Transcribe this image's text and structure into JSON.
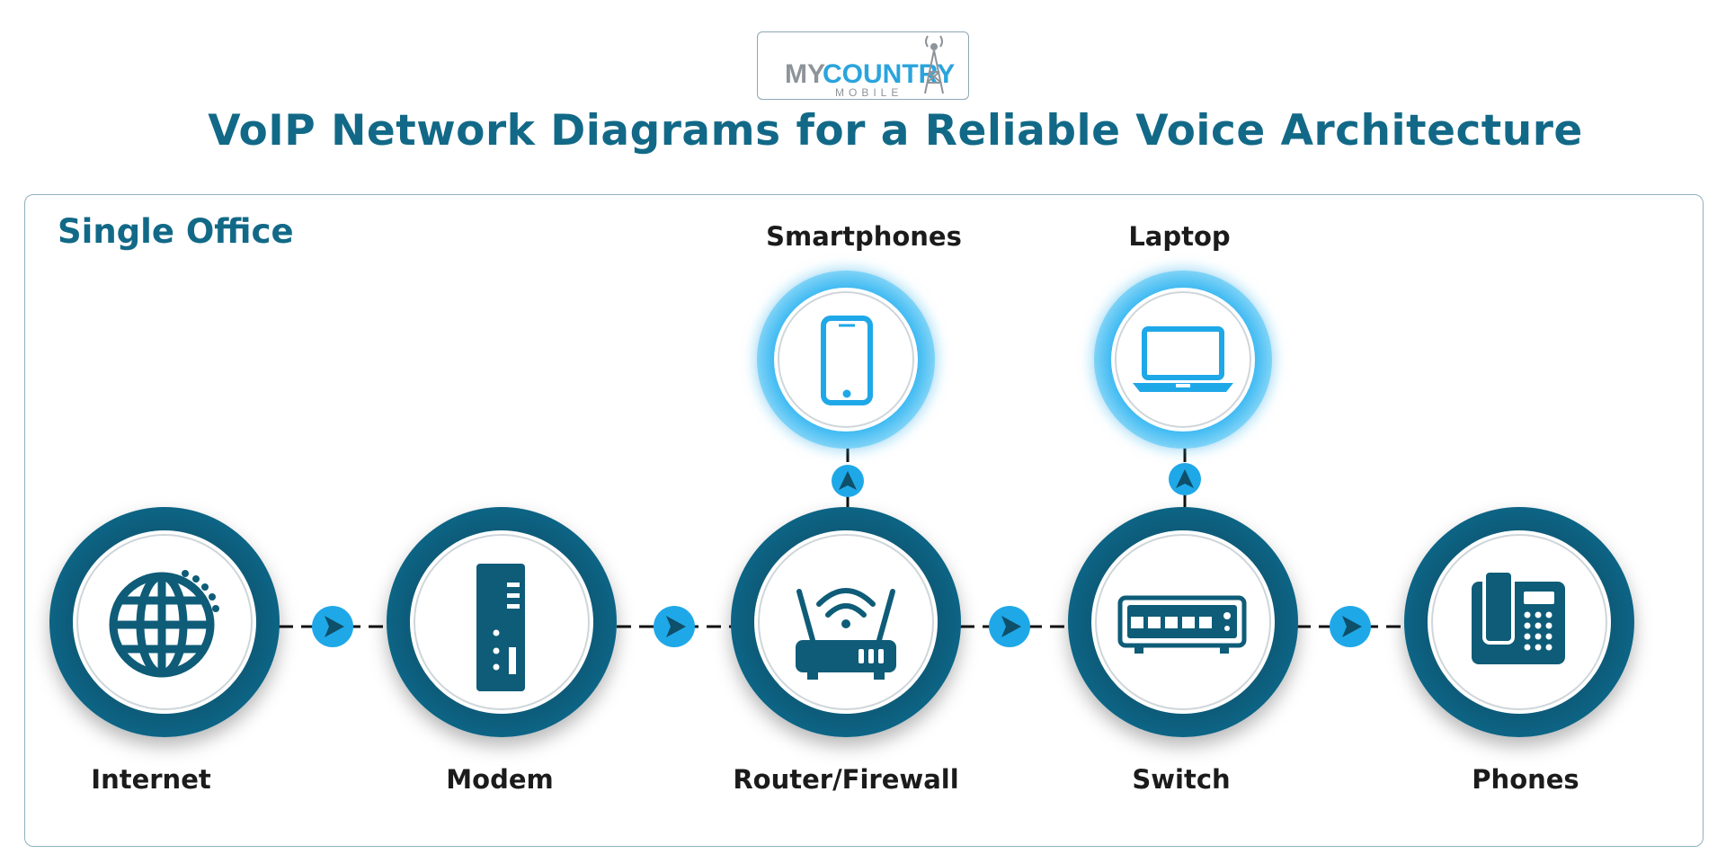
{
  "logo": {
    "line1_left": "MY",
    "line1_right": "COUNTRY",
    "line2": "MOBILE",
    "tower": "tower-icon"
  },
  "title": "VoIP Network Diagrams for a Reliable Voice Architecture",
  "panel": {
    "title": "Single Office"
  },
  "nodes": [
    {
      "label": "Internet",
      "icon": "globe-icon"
    },
    {
      "label": "Modem",
      "icon": "modem-icon"
    },
    {
      "label": "Router/Firewall",
      "icon": "router-icon"
    },
    {
      "label": "Switch",
      "icon": "switch-icon"
    },
    {
      "label": "Phones",
      "icon": "desk-phone-icon"
    },
    {
      "label": "Smartphones",
      "icon": "smartphone-icon"
    },
    {
      "label": "Laptop",
      "icon": "laptop-icon"
    }
  ],
  "connections": [
    {
      "from": "Internet",
      "to": "Modem"
    },
    {
      "from": "Modem",
      "to": "Router/Firewall"
    },
    {
      "from": "Router/Firewall",
      "to": "Switch"
    },
    {
      "from": "Switch",
      "to": "Phones"
    },
    {
      "from": "Router/Firewall",
      "to": "Smartphones"
    },
    {
      "from": "Switch",
      "to": "Laptop"
    }
  ],
  "colors": {
    "dark_teal": "#0e5c78",
    "bright_blue": "#1fa8e8",
    "title_teal": "#126987",
    "logo_gray": "#8e9499",
    "logo_blue": "#2aa4dc"
  }
}
